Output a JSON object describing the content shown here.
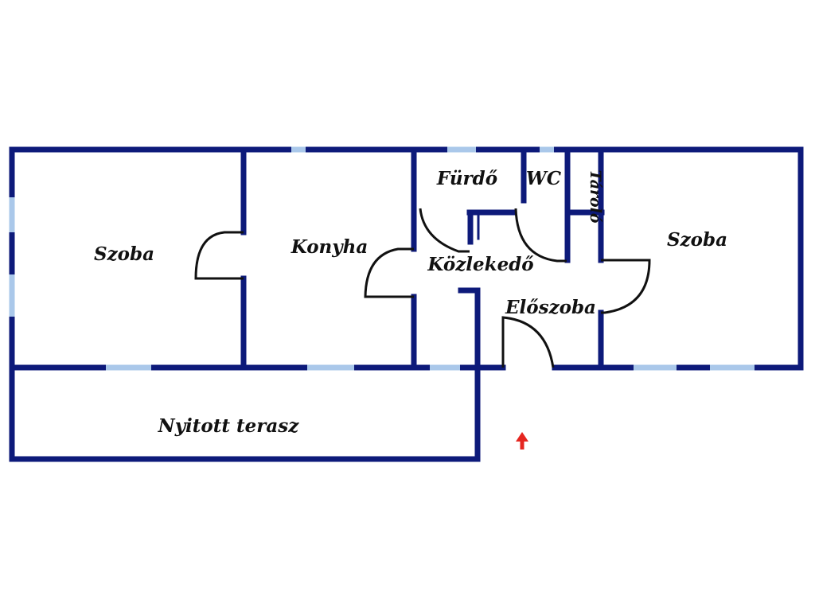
{
  "colors": {
    "wall": "#0d1a7a",
    "window": "#aac8ea",
    "door": "#111111",
    "entrance_arrow": "#e52620",
    "background": "#ffffff"
  },
  "rooms": {
    "szoba_left": "Szoba",
    "konyha": "Konyha",
    "furdo": "Fürdő",
    "wc": "WC",
    "tarolo": "Tároló",
    "kozlekedo": "Közlekedő",
    "eloszoba": "Előszoba",
    "szoba_right": "Szoba",
    "terasz": "Nyitott terasz"
  },
  "icons": {
    "entrance": "entrance-arrow-icon"
  }
}
